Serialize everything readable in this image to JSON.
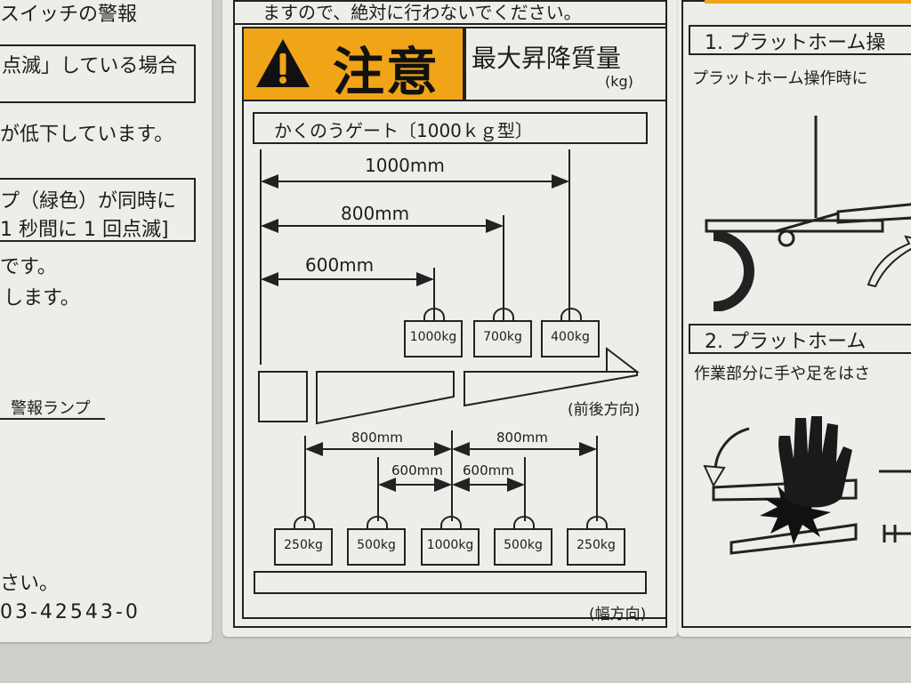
{
  "left_panel": {
    "top_line": "スイッチの警報",
    "box1_text": "点滅」している場合",
    "line_low": "が低下しています。",
    "box2_line1": "プ（緑色）が同時に",
    "box2_line2": "1 秒間に 1 回点滅]",
    "line_desu": "です。",
    "line_shimasu": "します。",
    "lamp_label": "警報ランプ",
    "line_sai": "さい。",
    "part_number": "03-42543-0"
  },
  "center_panel": {
    "top_line": "ますので、絶対に行わないでください。",
    "caution_label": "注意",
    "max_load_label": "最大昇降質量",
    "unit_label": "(kg)",
    "gate_title": "かくのうゲート〔1000ｋｇ型〕",
    "front_back_label": "(前後方向)",
    "width_label": "(幅方向)",
    "front_dims": [
      "1000mm",
      "800mm",
      "600mm"
    ],
    "front_weights": [
      "1000kg",
      "700kg",
      "400kg"
    ],
    "width_dims_outer": [
      "800mm",
      "800mm"
    ],
    "width_dims_inner": [
      "600mm",
      "600mm"
    ],
    "width_weights": [
      "250kg",
      "500kg",
      "1000kg",
      "500kg",
      "250kg"
    ]
  },
  "right_panel": {
    "section1_title": "1. プラットホーム操",
    "section1_text": "プラットホーム操作時に",
    "section2_title": "2. プラットホーム",
    "section2_text": "作業部分に手や足をはさ"
  },
  "colors": {
    "label_bg": "#ecefe9",
    "caution_yellow": "#f0a418",
    "background": "#cfcfca",
    "ink": "#1d1d1d"
  }
}
